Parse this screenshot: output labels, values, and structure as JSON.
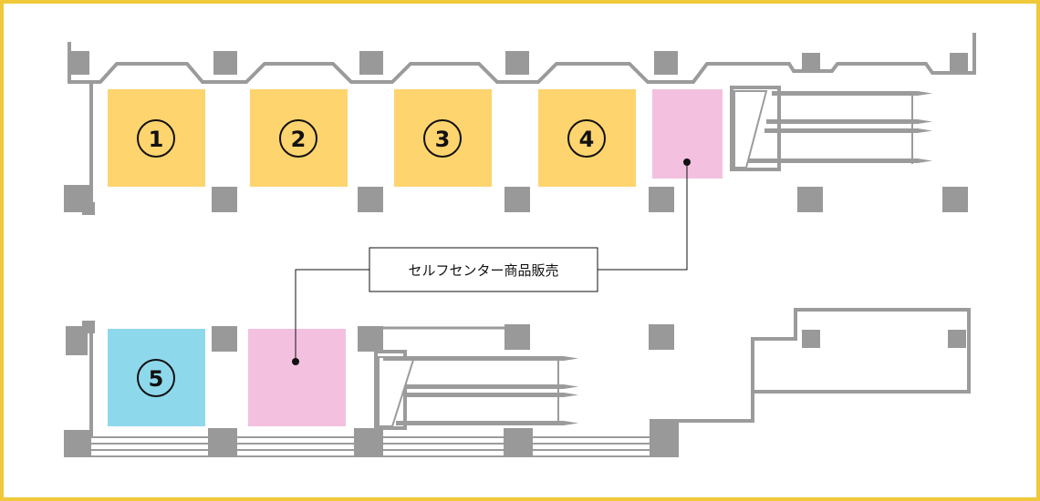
{
  "colors": {
    "frame": "#f0c93b",
    "wall": "#9b9b9b",
    "pillar": "#999999",
    "zone_yellow": "#fdd46e",
    "zone_cyan": "#8ed8ec",
    "zone_pink": "#f3c1df",
    "ink": "#111111"
  },
  "zones": [
    {
      "label": "1",
      "color": "zone_yellow"
    },
    {
      "label": "2",
      "color": "zone_yellow"
    },
    {
      "label": "3",
      "color": "zone_yellow"
    },
    {
      "label": "4",
      "color": "zone_yellow"
    },
    {
      "label": "5",
      "color": "zone_cyan"
    }
  ],
  "numbers": [
    "①",
    "②",
    "③",
    "④",
    "⑤"
  ],
  "callout": {
    "label": "セルフセンター商品販売"
  }
}
